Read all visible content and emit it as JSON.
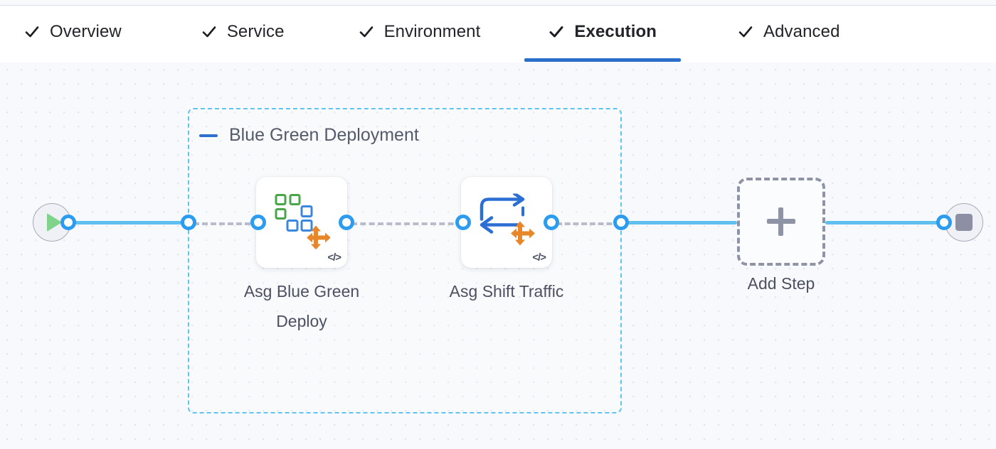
{
  "tabbar": {
    "tabs": [
      {
        "label": "Overview",
        "icon": "check-icon",
        "completed": true,
        "active": false
      },
      {
        "label": "Service",
        "icon": "check-icon",
        "completed": true,
        "active": false
      },
      {
        "label": "Environment",
        "icon": "check-icon",
        "completed": true,
        "active": false
      },
      {
        "label": "Execution",
        "icon": "check-icon",
        "completed": true,
        "active": true
      },
      {
        "label": "Advanced",
        "icon": "check-icon",
        "completed": true,
        "active": false
      }
    ]
  },
  "canvas": {
    "start_node": {
      "name": "pipeline-start",
      "icon": "play-icon"
    },
    "end_node": {
      "name": "pipeline-end",
      "icon": "stop-icon"
    },
    "group": {
      "title": "Blue Green Deployment",
      "collapse_icon": "minus-icon",
      "steps": [
        {
          "label": "Asg Blue Green Deploy",
          "icon": "asg-blue-green-deploy-icon",
          "badge": "</>"
        },
        {
          "label": "Asg Shift Traffic",
          "icon": "asg-shift-traffic-icon",
          "badge": "</>"
        }
      ]
    },
    "add_step": {
      "label": "Add Step",
      "icon": "plus-icon"
    }
  },
  "colors": {
    "accent_blue": "#2a6fc9",
    "connector_blue": "#5fc0ef",
    "group_border": "#61c3f2",
    "dashed_gray": "#b9bdc9",
    "canvas_bg": "#f8f9fc",
    "icon_green": "#48a548",
    "icon_blue": "#3b87e0",
    "icon_orange": "#e8872a",
    "text_slate": "#4c5162"
  }
}
